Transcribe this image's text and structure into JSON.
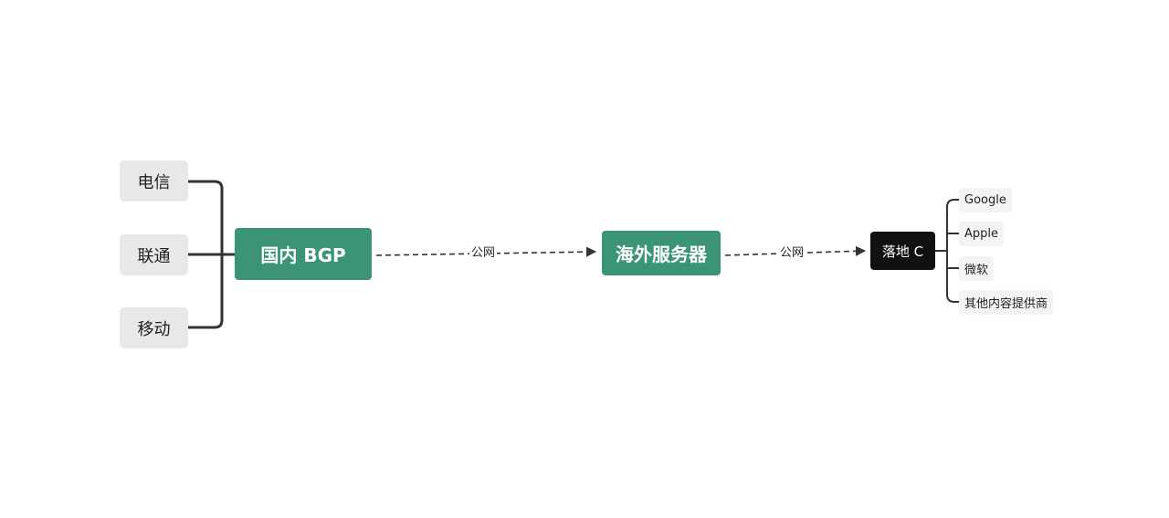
{
  "diagram": {
    "sources": [
      {
        "label": "电信"
      },
      {
        "label": "联通"
      },
      {
        "label": "移动"
      }
    ],
    "hub": {
      "label": "国内 BGP"
    },
    "edge_hub_to_overseas": {
      "label": "公网"
    },
    "overseas": {
      "label": "海外服务器"
    },
    "edge_overseas_to_landing": {
      "label": "公网"
    },
    "landing": {
      "label": "落地 C"
    },
    "destinations": [
      {
        "label": "Google"
      },
      {
        "label": "Apple"
      },
      {
        "label": "微软"
      },
      {
        "label": "其他内容提供商"
      }
    ]
  },
  "colors": {
    "green": "#3a9475",
    "black": "#111111",
    "source_bg": "#e8e8e8",
    "dest_bg": "#f3f3f3",
    "line": "#333333"
  }
}
